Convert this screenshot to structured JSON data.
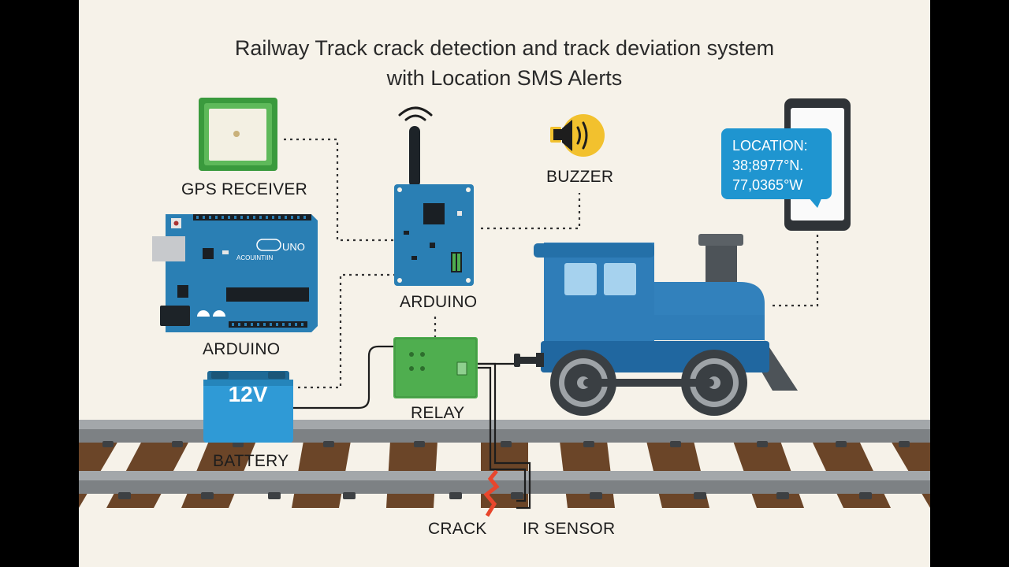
{
  "title": {
    "line1": "Railway Track crack detection and track deviation system",
    "line2": "with Location SMS Alerts"
  },
  "labels": {
    "gps": "GPS RECEIVER",
    "arduino_uno": "ARDUINO",
    "arduino_gsm": "ARDUINO",
    "buzzer": "BUZZER",
    "relay": "RELAY",
    "battery": "BATTERY",
    "crack": "CRACK",
    "ir_sensor": "IR SENSOR"
  },
  "board_silkscreen": {
    "brand": "ACOUINTIIN",
    "model": "UNO"
  },
  "battery_voltage": "12V",
  "sms": {
    "line1": "LOCATION:",
    "line2": "38;8977°N.",
    "line3": "77,0365°W"
  },
  "colors": {
    "background": "#f6f2e9",
    "arduino_blue": "#2a7fb4",
    "train_blue": "#2f7db8",
    "bubble_blue": "#1f95d0",
    "gps_green": "#3a9a3d",
    "relay_green": "#4fae4f",
    "battery_blue": "#2f9ad6",
    "buzzer_yellow": "#f2c12e",
    "crack_red": "#e8462c",
    "rail_gray": "#8f9396",
    "sleeper_brown": "#6b4528"
  },
  "icons": [
    "gps-antenna-icon",
    "wifi-signal-icon",
    "speaker-icon",
    "smartphone-icon"
  ]
}
